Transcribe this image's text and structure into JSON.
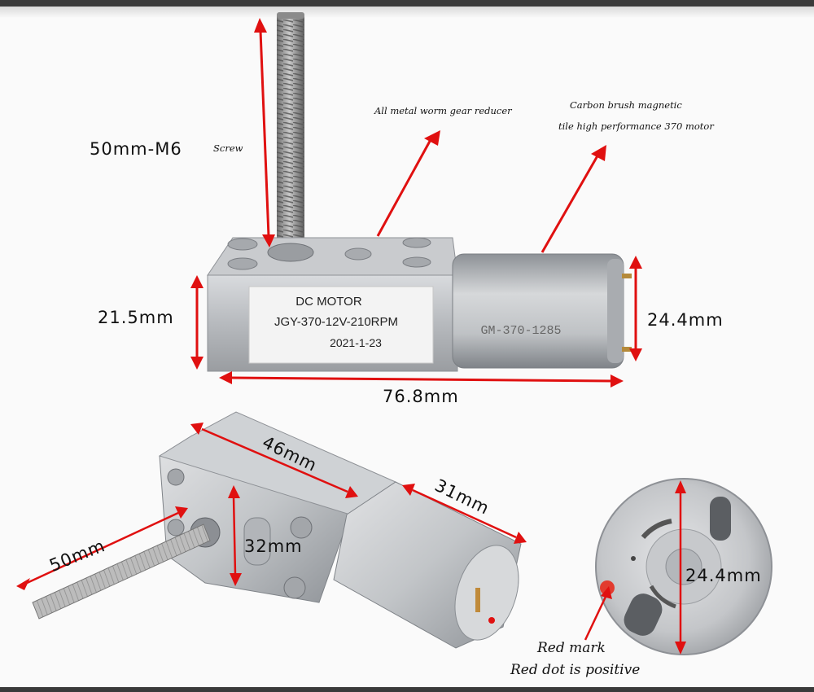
{
  "dimensions": {
    "screw_length_label": "50mm-M6",
    "screw_word": "Screw",
    "gearbox_height": "21.5mm",
    "motor_diameter": "24.4mm",
    "total_length": "76.8mm",
    "gearbox_length": "46mm",
    "motor_length": "31mm",
    "shaft_length": "50mm",
    "gearbox_width": "32mm",
    "end_diameter": "24.4mm"
  },
  "notes": {
    "worm_gear": "All metal worm gear reducer",
    "motor_line1": "Carbon brush magnetic",
    "motor_line2": "tile high performance 370 motor",
    "red_mark": "Red mark",
    "red_dot": "Red dot is positive"
  },
  "labels": {
    "sticker_line1": "DC MOTOR",
    "sticker_line2": "JGY-370-12V-210RPM",
    "sticker_line3": "2021-1-23",
    "motor_body": "GM-370-1285"
  },
  "colors": {
    "arrow": "#e01010",
    "metal": "#b9bcc0",
    "frame": "#3a3a3a"
  }
}
